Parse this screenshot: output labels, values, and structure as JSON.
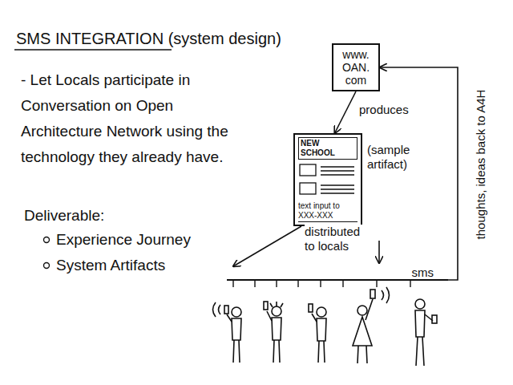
{
  "diagram": {
    "title": "SMS INTEGRATION (system design)",
    "nodes": [
      {
        "text": [
          "www. OAN. com"
        ]
      },
      {
        "text": [
          "NEW SCHOOL",
          "text input to XXX-XXX"
        ]
      },
      {
        "text": [
          "sms"
        ]
      }
    ],
    "edges": [
      {
        "from": 0,
        "to": 1,
        "arrow": "to",
        "label": "produces"
      },
      {
        "from": 1,
        "to": 2,
        "arrow": "to",
        "label": "distributed to locals"
      },
      {
        "from": 2,
        "to": 0,
        "arrow": "to",
        "label": "thoughts, ideas back to A4H"
      }
    ],
    "labels": [
      "- Let Locals participate in Conversation on Open Architecture Network using the technology they already have.",
      "Deliverable:",
      "Experience Journey",
      "System Artifacts",
      "(sample artifact)"
    ]
  }
}
